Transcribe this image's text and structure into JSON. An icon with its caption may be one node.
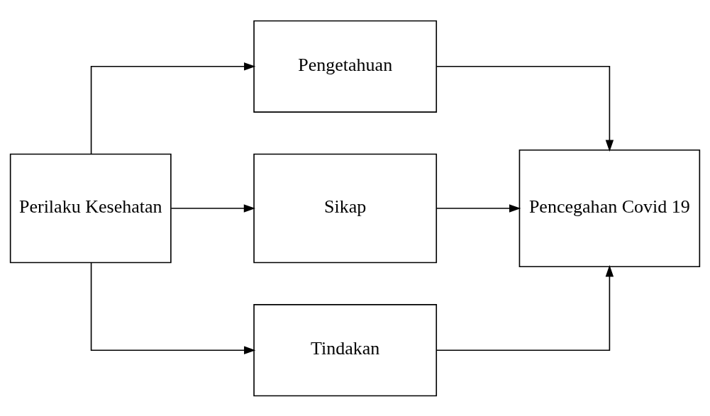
{
  "diagram": {
    "nodes": [
      {
        "text": [
          "Perilaku Kesehatan"
        ]
      },
      {
        "text": [
          "Pengetahuan"
        ]
      },
      {
        "text": [
          "Sikap"
        ]
      },
      {
        "text": [
          "Tindakan"
        ]
      },
      {
        "text": [
          "Pencegahan Covid 19"
        ]
      }
    ],
    "edges": [
      {
        "from": 0,
        "to": 1,
        "arrow": "to"
      },
      {
        "from": 0,
        "to": 2,
        "arrow": "to"
      },
      {
        "from": 0,
        "to": 3,
        "arrow": "to"
      },
      {
        "from": 1,
        "to": 4,
        "arrow": "to"
      },
      {
        "from": 2,
        "to": 4,
        "arrow": "to"
      },
      {
        "from": 3,
        "to": 4,
        "arrow": "to"
      }
    ]
  }
}
